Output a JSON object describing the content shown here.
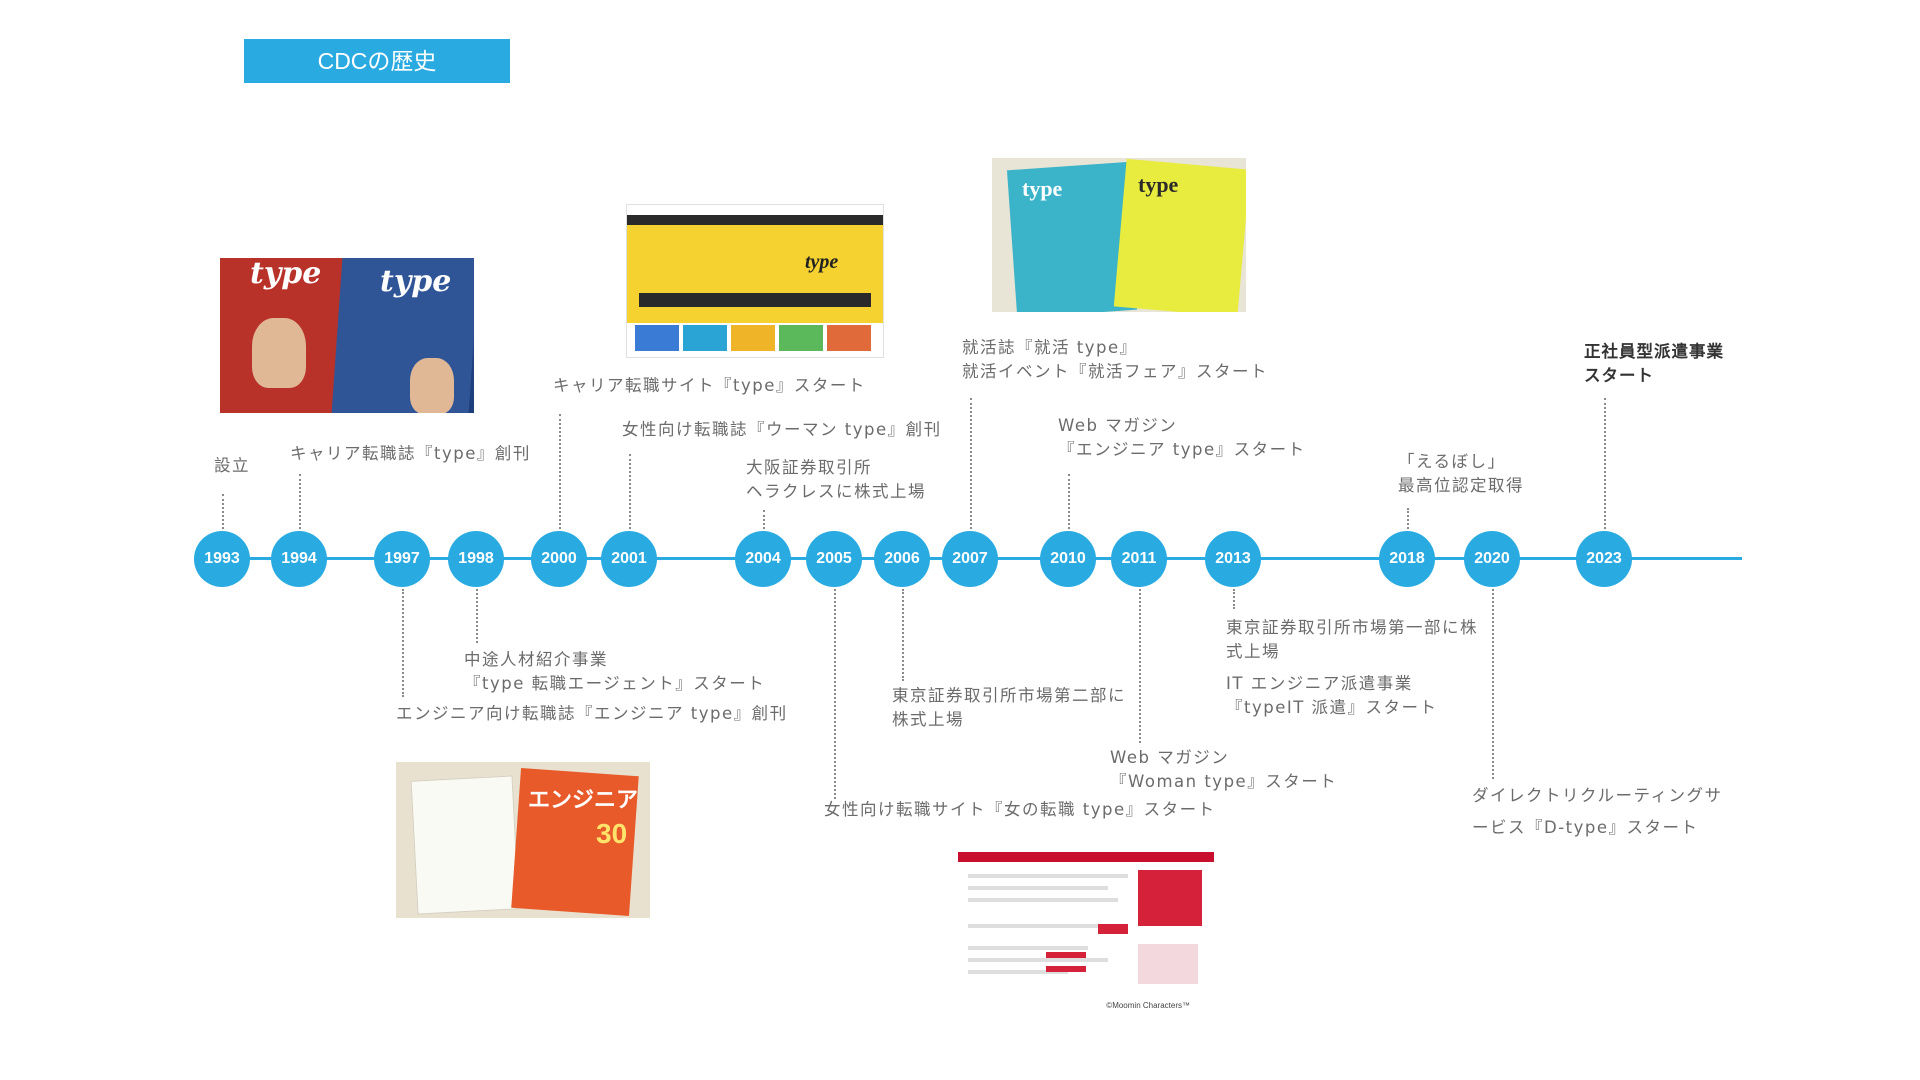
{
  "header": {
    "title": "CDCの歴史"
  },
  "colors": {
    "accent": "#29abe2",
    "connector": "#8a8a8a",
    "label_text": "#6b6b6b"
  },
  "timeline": {
    "years": [
      "1993",
      "1994",
      "1997",
      "1998",
      "2000",
      "2001",
      "2004",
      "2005",
      "2006",
      "2007",
      "2010",
      "2011",
      "2013",
      "2018",
      "2020",
      "2023"
    ],
    "above": [
      {
        "year": "1993",
        "lines": [
          "設立"
        ]
      },
      {
        "year": "1994",
        "lines": [
          "キャリア転職誌『type』創刊"
        ]
      },
      {
        "year": "2000",
        "lines": [
          "キャリア転職サイト『type』スタート"
        ]
      },
      {
        "year": "2001",
        "lines": [
          "女性向け転職誌『ウーマン type』創刊"
        ]
      },
      {
        "year": "2004",
        "lines": [
          "大阪証券取引所",
          "ヘラクレスに株式上場"
        ]
      },
      {
        "year": "2007",
        "lines": [
          "就活誌『就活 type』",
          "就活イベント『就活フェア』スタート"
        ]
      },
      {
        "year": "2010",
        "lines": [
          "Web マガジン",
          "『エンジニア type』スタート"
        ]
      },
      {
        "year": "2018",
        "lines": [
          "「えるぼし」",
          "最高位認定取得"
        ]
      },
      {
        "year": "2023",
        "lines": [
          "正社員型派遣事業",
          "スタート"
        ]
      }
    ],
    "below": [
      {
        "year": "1997",
        "lines": [
          "エンジニア向け転職誌『エンジニア type』創刊"
        ]
      },
      {
        "year": "1998",
        "lines": [
          "中途人材紹介事業",
          "『type 転職エージェント』スタート"
        ]
      },
      {
        "year": "2005",
        "lines": [
          "女性向け転職サイト『女の転職 type』スタート"
        ]
      },
      {
        "year": "2006",
        "lines": [
          "東京証券取引所市場第二部に",
          "株式上場"
        ]
      },
      {
        "year": "2011",
        "lines": [
          "Web マガジン",
          "『Woman type』スタート"
        ]
      },
      {
        "year": "2013",
        "lines": [
          "東京証券取引所市場第一部に株",
          "式上場"
        ]
      },
      {
        "year": "2013b",
        "lines": [
          "IT エンジニア派遣事業",
          "『typeIT 派遣』スタート"
        ]
      },
      {
        "year": "2020",
        "lines": [
          "ダイレクトリクルーティングサ",
          "ービス『D-type』スタート"
        ]
      }
    ]
  },
  "photos": {
    "p1994": {
      "icon": "magazine-photo",
      "brand_a": "type",
      "brand_b": "type"
    },
    "p1997": {
      "icon": "magazine-photo",
      "brand": "エンジニア",
      "headline": "30"
    },
    "p2000": {
      "icon": "website-screenshot",
      "brand": "type"
    },
    "p2005": {
      "icon": "website-screenshot",
      "credit": "©Moomin Characters™"
    },
    "p2007": {
      "icon": "magazine-photo",
      "brand_a": "type",
      "brand_b": "type"
    }
  }
}
